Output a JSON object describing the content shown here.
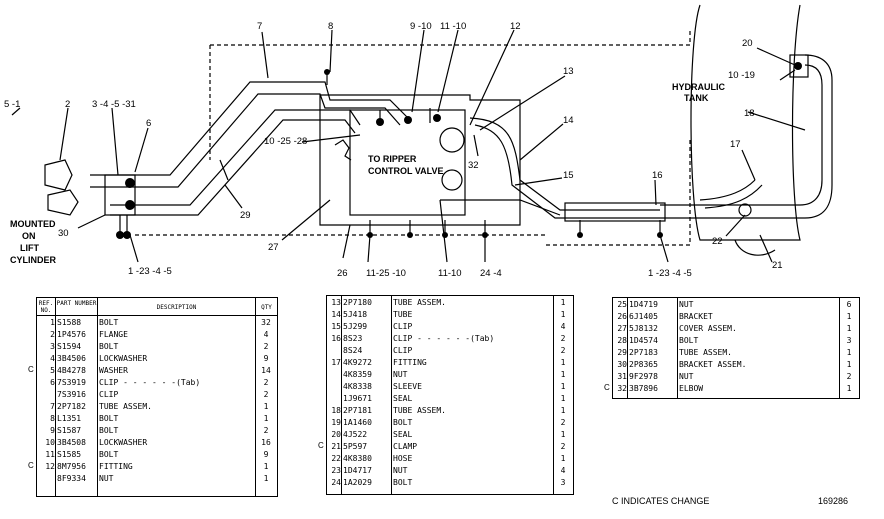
{
  "diagram": {
    "labels": {
      "mounted": [
        "MOUNTED",
        "ON",
        "LIFT",
        "CYLINDER"
      ],
      "ripper": [
        "TO RIPPER",
        "CONTROL VALVE"
      ],
      "tank": [
        "HYDRAULIC",
        "TANK"
      ],
      "callouts": [
        "5 -1",
        "2",
        "3 -4 -5 -31",
        "6",
        "7",
        "8",
        "9 -10",
        "11 -10",
        "12",
        "13",
        "14",
        "10 -25 -28",
        "32",
        "15",
        "16",
        "17",
        "20",
        "10 -19",
        "18",
        "22",
        "21",
        "1 -23 -4 -5",
        "29",
        "30",
        "27",
        "26",
        "11-25 -10",
        "11-10",
        "24 -4",
        "1 -23 -4 -5"
      ]
    }
  },
  "table1": {
    "headers": {
      "ref": "REF. NO.",
      "part": "PART NUMBER",
      "desc": "DESCRIPTION",
      "qty": "QTY"
    },
    "rows": [
      {
        "mark": "",
        "ref": "1",
        "part": "S1588",
        "desc": "BOLT",
        "qty": "32"
      },
      {
        "mark": "",
        "ref": "2",
        "part": "1P4576",
        "desc": "FLANGE",
        "qty": "4"
      },
      {
        "mark": "",
        "ref": "3",
        "part": "S1594",
        "desc": "BOLT",
        "qty": "2"
      },
      {
        "mark": "",
        "ref": "4",
        "part": "3B4506",
        "desc": "LOCKWASHER",
        "qty": "9"
      },
      {
        "mark": "C",
        "ref": "5",
        "part": "4B4278",
        "desc": "WASHER",
        "qty": "14"
      },
      {
        "mark": "",
        "ref": "6",
        "part": "7S3919",
        "desc": "CLIP - - - - - -(Tab)",
        "qty": "2"
      },
      {
        "mark": "",
        "ref": "",
        "part": "7S3916",
        "desc": "CLIP",
        "qty": "2"
      },
      {
        "mark": "",
        "ref": "7",
        "part": "2P7182",
        "desc": "TUBE ASSEM.",
        "qty": "1"
      },
      {
        "mark": "",
        "ref": "8",
        "part": "L1351",
        "desc": "BOLT",
        "qty": "1"
      },
      {
        "mark": "",
        "ref": "9",
        "part": "S1587",
        "desc": "BOLT",
        "qty": "2"
      },
      {
        "mark": "",
        "ref": "10",
        "part": "3B4508",
        "desc": "LOCKWASHER",
        "qty": "16"
      },
      {
        "mark": "",
        "ref": "11",
        "part": "S1585",
        "desc": "BOLT",
        "qty": "9"
      },
      {
        "mark": "C",
        "ref": "12",
        "part": "8M7956",
        "desc": "FITTING",
        "qty": "1"
      },
      {
        "mark": "",
        "ref": "",
        "part": "8F9334",
        "desc": "   NUT",
        "qty": "1"
      }
    ]
  },
  "table2": {
    "rows": [
      {
        "mark": "",
        "ref": "13",
        "part": "2P7180",
        "desc": "TUBE ASSEM.",
        "qty": "1"
      },
      {
        "mark": "",
        "ref": "14",
        "part": "5J418",
        "desc": "TUBE",
        "qty": "1"
      },
      {
        "mark": "",
        "ref": "15",
        "part": "5J299",
        "desc": "CLIP",
        "qty": "4"
      },
      {
        "mark": "",
        "ref": "16",
        "part": "8S23",
        "desc": "CLIP - - - - - -(Tab)",
        "qty": "2"
      },
      {
        "mark": "",
        "ref": "",
        "part": "8S24",
        "desc": "CLIP",
        "qty": "2"
      },
      {
        "mark": "",
        "ref": "17",
        "part": "4K9272",
        "desc": "FITTING",
        "qty": "1"
      },
      {
        "mark": "",
        "ref": "",
        "part": "4K8359",
        "desc": "   NUT",
        "qty": "1"
      },
      {
        "mark": "",
        "ref": "",
        "part": "4K8338",
        "desc": "   SLEEVE",
        "qty": "1"
      },
      {
        "mark": "",
        "ref": "",
        "part": "1J9671",
        "desc": "   SEAL",
        "qty": "1"
      },
      {
        "mark": "",
        "ref": "18",
        "part": "2P7181",
        "desc": "TUBE ASSEM.",
        "qty": "1"
      },
      {
        "mark": "",
        "ref": "19",
        "part": "1A1460",
        "desc": "BOLT",
        "qty": "2"
      },
      {
        "mark": "",
        "ref": "20",
        "part": "4J522",
        "desc": "SEAL",
        "qty": "1"
      },
      {
        "mark": "C",
        "ref": "21",
        "part": "5P597",
        "desc": "CLAMP",
        "qty": "2"
      },
      {
        "mark": "",
        "ref": "22",
        "part": "4K8380",
        "desc": "HOSE",
        "qty": "1"
      },
      {
        "mark": "",
        "ref": "23",
        "part": "1D4717",
        "desc": "NUT",
        "qty": "4"
      },
      {
        "mark": "",
        "ref": "24",
        "part": "1A2029",
        "desc": "BOLT",
        "qty": "3"
      }
    ]
  },
  "table3": {
    "rows": [
      {
        "mark": "",
        "ref": "25",
        "part": "1D4719",
        "desc": "NUT",
        "qty": "6"
      },
      {
        "mark": "",
        "ref": "26",
        "part": "6J1405",
        "desc": "BRACKET",
        "qty": "1"
      },
      {
        "mark": "",
        "ref": "27",
        "part": "5J8132",
        "desc": "COVER ASSEM.",
        "qty": "1"
      },
      {
        "mark": "",
        "ref": "28",
        "part": "1D4574",
        "desc": "BOLT",
        "qty": "3"
      },
      {
        "mark": "",
        "ref": "29",
        "part": "2P7183",
        "desc": "TUBE ASSEM.",
        "qty": "1"
      },
      {
        "mark": "",
        "ref": "30",
        "part": "2P8365",
        "desc": "BRACKET ASSEM.",
        "qty": "1"
      },
      {
        "mark": "",
        "ref": "31",
        "part": "9F2978",
        "desc": "   NUT",
        "qty": "2"
      },
      {
        "mark": "C",
        "ref": "32",
        "part": "3B7896",
        "desc": "ELBOW",
        "qty": "1"
      }
    ]
  },
  "footer": {
    "change_note": "C INDICATES CHANGE",
    "drawing_number": "169286"
  }
}
